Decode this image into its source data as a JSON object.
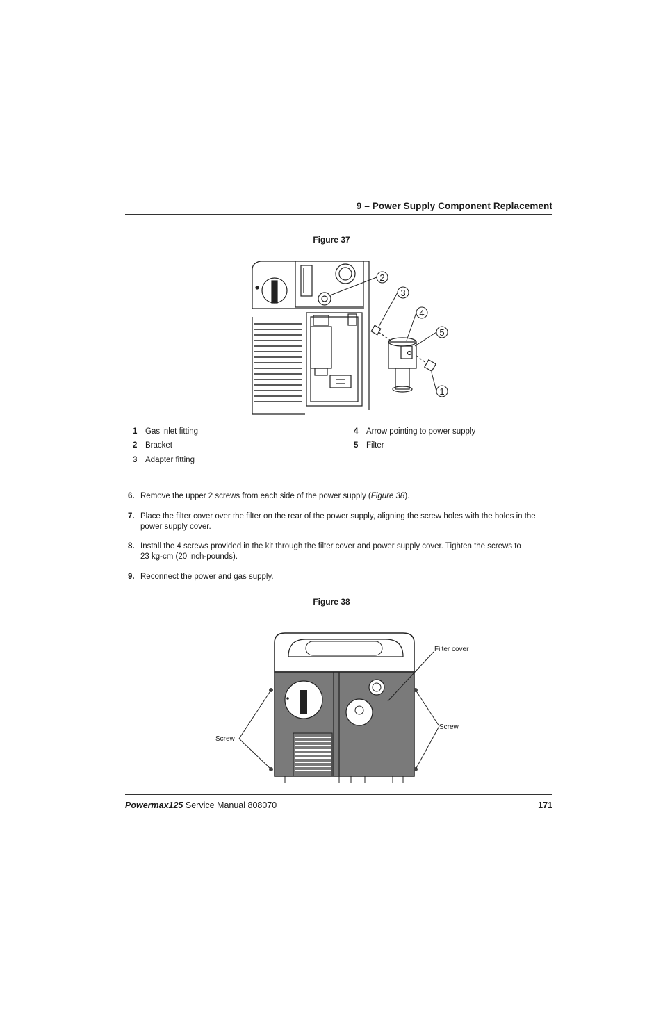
{
  "header": {
    "title": "9  –  Power Supply Component Replacement"
  },
  "figure37": {
    "caption": "Figure 37",
    "callouts": [
      "2",
      "3",
      "4",
      "5",
      "1"
    ],
    "legend_left": [
      {
        "num": "1",
        "label": "Gas inlet fitting"
      },
      {
        "num": "2",
        "label": "Bracket"
      },
      {
        "num": "3",
        "label": "Adapter fitting"
      }
    ],
    "legend_right": [
      {
        "num": "4",
        "label": "Arrow pointing to power supply"
      },
      {
        "num": "5",
        "label": "Filter"
      }
    ]
  },
  "steps": [
    {
      "num": "6.",
      "text_before": "Remove the upper 2 screws from each side of the power supply (",
      "ref": "Figure 38",
      "text_after": ")."
    },
    {
      "num": "7.",
      "text": "Place the filter cover over the filter on the rear of the power supply, aligning the screw holes with the holes in the power supply cover."
    },
    {
      "num": "8.",
      "text": "Install the 4 screws provided in the kit through the filter cover and power supply cover. Tighten the screws to 23 kg-cm (20 inch-pounds)."
    },
    {
      "num": "9.",
      "text": "Reconnect the power and gas supply."
    }
  ],
  "figure38": {
    "caption": "Figure 38",
    "labels": {
      "filter_cover": "Filter cover",
      "screw_left": "Screw",
      "screw_right": "Screw"
    }
  },
  "footer": {
    "product": "Powermax125",
    "manual": "Service Manual  808070",
    "page": "171"
  }
}
